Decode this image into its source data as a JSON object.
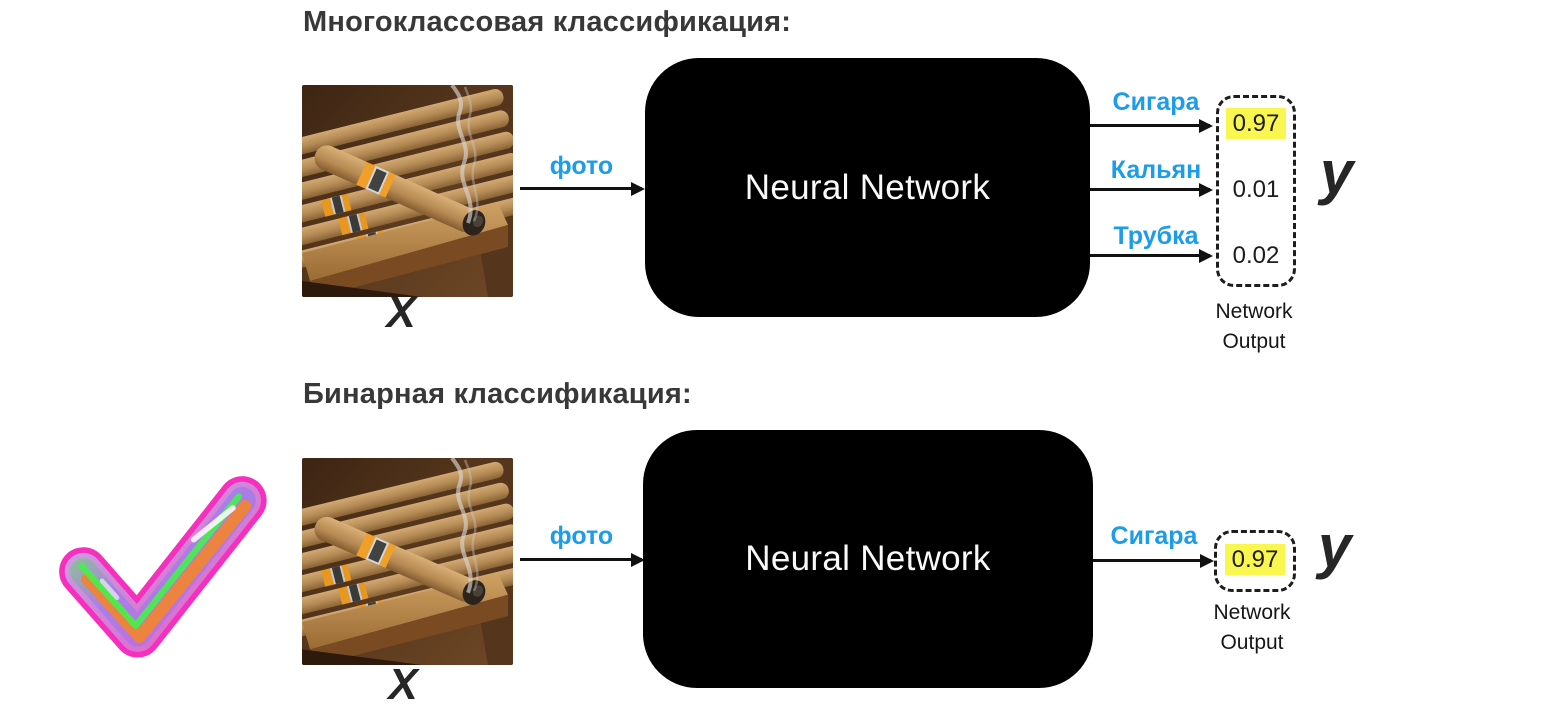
{
  "colors": {
    "accent_blue": "#1D9CE9",
    "highlight_yellow": "#F8F64F",
    "box_black": "#000000",
    "title_gray": "#383838"
  },
  "icons": {
    "check": "holographic-checkmark-icon",
    "input_image": "cigars-in-wooden-box-photo"
  },
  "sections": [
    {
      "title": "Многоклассовая классификация:",
      "input_symbol": "X",
      "input_label": "фото",
      "box_label": "Neural Network",
      "outputs": [
        {
          "label": "Сигара",
          "value": "0.97",
          "highlighted": true
        },
        {
          "label": "Кальян",
          "value": "0.01",
          "highlighted": false
        },
        {
          "label": "Трубка",
          "value": "0.02",
          "highlighted": false
        }
      ],
      "output_symbol": "y",
      "caption": {
        "line1": "Network",
        "line2": "Output"
      }
    },
    {
      "title": "Бинарная классификация:",
      "input_symbol": "X",
      "input_label": "фото",
      "box_label": "Neural Network",
      "outputs": [
        {
          "label": "Сигара",
          "value": "0.97",
          "highlighted": true
        }
      ],
      "output_symbol": "y",
      "caption": {
        "line1": "Network",
        "line2": "Output"
      }
    }
  ]
}
